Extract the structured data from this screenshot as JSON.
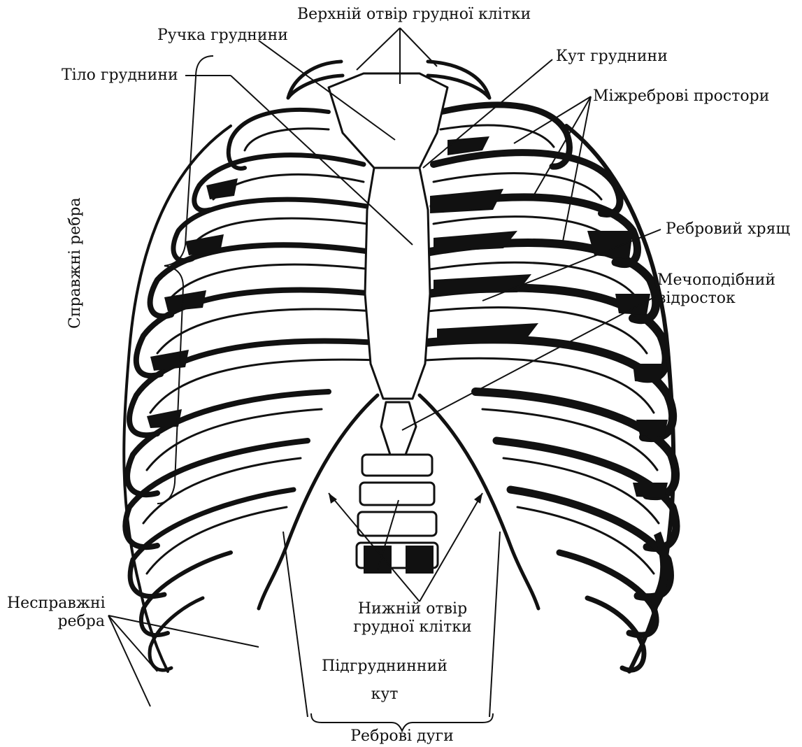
{
  "colors": {
    "ink": "#111111",
    "bone": "#ffffff",
    "background": "#ffffff"
  },
  "labels": {
    "upper_aperture": "Верхній отвір грудної клітки",
    "manubrium": "Ручка груднини",
    "sternal_angle": "Кут груднини",
    "body_of_sternum": "Тіло груднини",
    "intercostal_spaces": "Міжреброві простори",
    "costal_cartilage": "Ребровий хрящ",
    "xiphoid_line1": "Мечоподібний",
    "xiphoid_line2": "відросток",
    "true_ribs": "Справжні ребра",
    "false_ribs_line1": "Несправжні",
    "false_ribs_line2": "ребра",
    "lower_aperture_line1": "Нижній отвір",
    "lower_aperture_line2": "грудної клітки",
    "infrasternal_angle_line1": "Підгруднинний",
    "infrasternal_angle_line2": "кут",
    "costal_arches": "Реброві дуги"
  }
}
